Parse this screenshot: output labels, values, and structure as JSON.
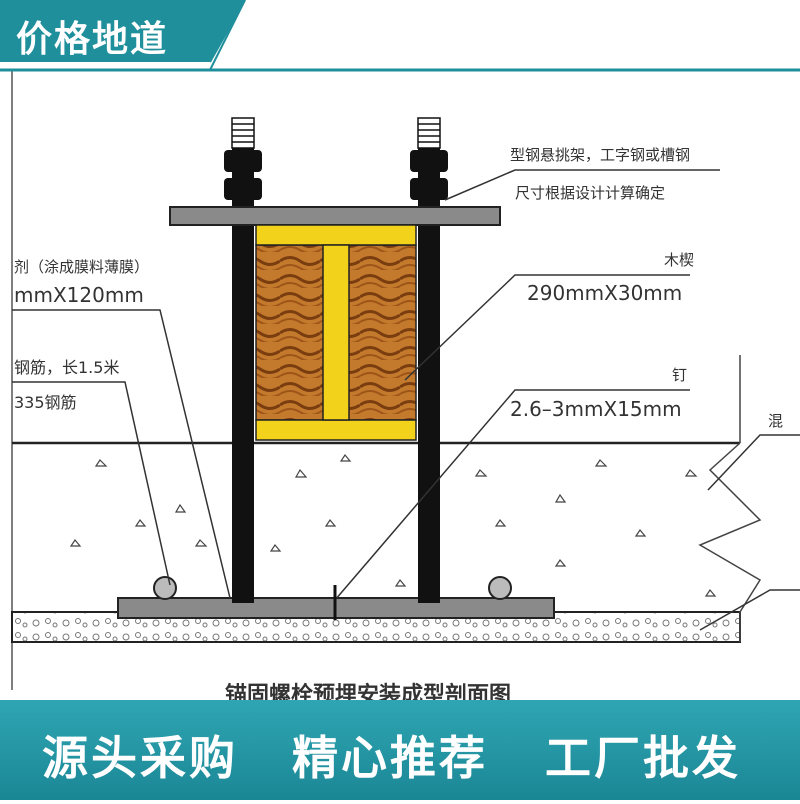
{
  "badge": {
    "title": "价格地道"
  },
  "diagram": {
    "caption": "锚固螺栓预埋安装成型剖面图",
    "labels": {
      "steel_top_1": "型钢悬挑架，工字钢或槽钢",
      "steel_top_2": "尺寸根据设计计算确定",
      "wood_name": "木楔",
      "wood_size": "290mmX30mm",
      "left_coating": "剂（涂成膜料薄膜）",
      "left_size": "mmX120mm",
      "left_rebar_1": "钢筋，长1.5米",
      "left_rebar_2": "335钢筋",
      "nail_name": "钉",
      "nail_size": "2.6–3mmX15mm",
      "right_concrete": "混"
    }
  },
  "footer": {
    "items": [
      "源头采购",
      "精心推荐",
      "工厂批发"
    ]
  },
  "colors": {
    "teal": "#1f8f9c",
    "teal_light": "#2fa5b3",
    "wood": "#b5651d",
    "wood_dark": "#7a3d10",
    "steel_yellow": "#f2d21a",
    "plate_grey": "#8a8a8a"
  }
}
